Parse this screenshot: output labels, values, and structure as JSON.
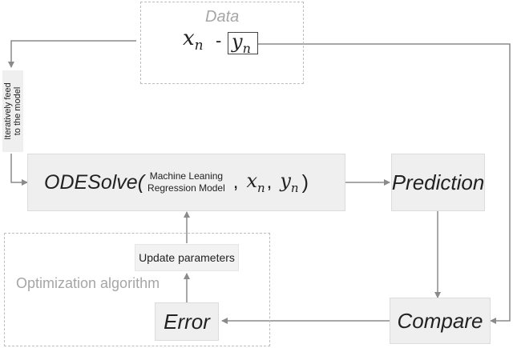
{
  "data_box": {
    "title": "Data",
    "x_var": "x",
    "x_sub": "n",
    "dash": "-",
    "y_var": "y",
    "y_sub": "n"
  },
  "feed_label": {
    "line1": "Iteratively feed",
    "line2": "to the model"
  },
  "odesolve": {
    "func": "ODESolve(",
    "model_line1": "Machine Leaning",
    "model_line2": "Regression Model",
    "comma1": ",",
    "x_var": "x",
    "x_sub": "n",
    "comma2": ",",
    "y_var": "y",
    "y_sub": "n",
    "close": ")"
  },
  "prediction": {
    "label": "Prediction"
  },
  "update": {
    "label": "Update parameters"
  },
  "optimization": {
    "label": "Optimization algorithm"
  },
  "error": {
    "label": "Error"
  },
  "compare": {
    "label": "Compare"
  },
  "colors": {
    "box_fill": "#efefef",
    "arrow": "#8a8a8a",
    "dashed": "#bdbdbd",
    "muted_text": "#a6a6a6"
  }
}
